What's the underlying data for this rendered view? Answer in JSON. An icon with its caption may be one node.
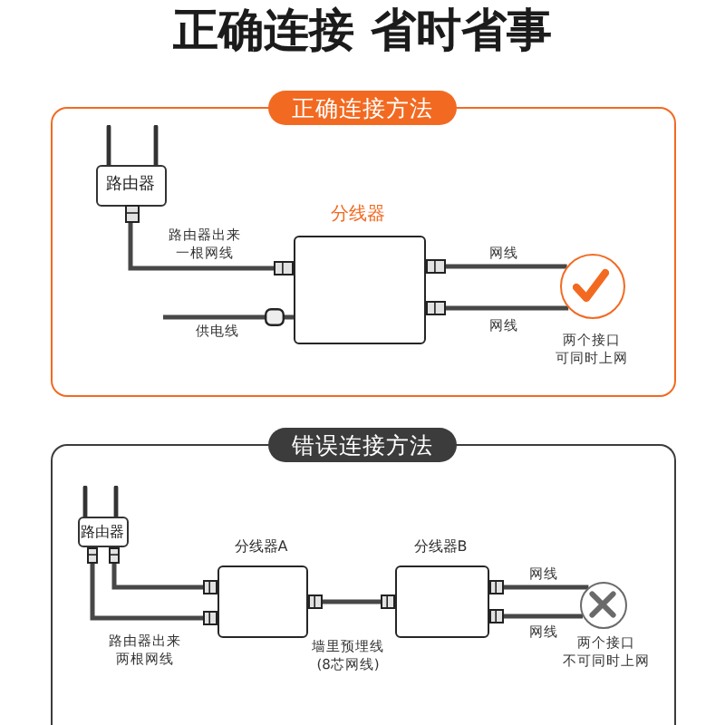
{
  "diagram": {
    "title": "正确连接 省时省事",
    "nodes": [
      {
        "text": [
          "正确连接方法"
        ]
      },
      {
        "text": [
          "路由器"
        ],
        "in": 0
      },
      {
        "text": [
          "分线器"
        ],
        "in": 0
      },
      {
        "text": [],
        "shape": "circle",
        "beside": [
          "两个接口可同时上网"
        ],
        "in": 0
      },
      {
        "text": [
          "错误连接方法"
        ]
      },
      {
        "text": [
          "路由器"
        ],
        "in": 4
      },
      {
        "text": [
          "分线器A"
        ],
        "in": 4
      },
      {
        "text": [
          "分线器B"
        ],
        "in": 4
      },
      {
        "text": [],
        "shape": "circle",
        "beside": [
          "两个接口不可同时上网"
        ],
        "in": 4
      }
    ],
    "edges": [
      {
        "from": 1,
        "to": 2,
        "arrow": "none",
        "label": "路由器出来一根网线"
      },
      {
        "from": null,
        "to": 2,
        "arrow": "none",
        "label": "供电线"
      },
      {
        "from": 2,
        "to": 3,
        "arrow": "none",
        "label": "网线"
      },
      {
        "from": 2,
        "to": 3,
        "arrow": "none",
        "label": "网线"
      },
      {
        "from": 5,
        "to": 6,
        "arrow": "none",
        "label": "路由器出来两根网线"
      },
      {
        "from": 5,
        "to": 6,
        "arrow": "none"
      },
      {
        "from": 6,
        "to": 7,
        "arrow": "none",
        "label": "墙里预埋线(8芯网线)"
      },
      {
        "from": 7,
        "to": 8,
        "arrow": "none",
        "label": "网线"
      },
      {
        "from": 7,
        "to": 8,
        "arrow": "none",
        "label": "网线"
      }
    ]
  }
}
